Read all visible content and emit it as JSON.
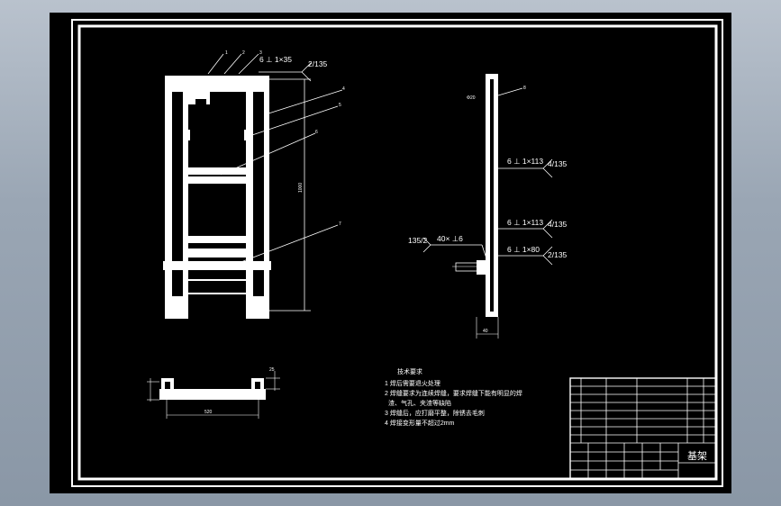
{
  "drawing": {
    "front_view": {
      "callouts": [
        "1",
        "2",
        "3",
        "4",
        "5",
        "6",
        "7"
      ],
      "weld_symbol": "6 ⊥ 1×35",
      "weld_ref": "2/135",
      "overall_height": "1000"
    },
    "side_view": {
      "top_callout": "8",
      "top_dim": "Φ20",
      "weld_1": {
        "symbol": "6 ⊥ 1×113",
        "ref": "4/135"
      },
      "weld_2": {
        "symbol": "6 ⊥ 1×113",
        "ref": "4/135"
      },
      "weld_3": {
        "symbol": "6 ⊥ 1×80",
        "ref": "2/135"
      },
      "left_weld": {
        "symbol": "40× ⊥6",
        "ref": "135/2"
      },
      "bottom_dim": "40"
    },
    "section_view": {
      "width_dim": "520",
      "side_dim": "25"
    },
    "tech_notes": {
      "heading": "技术要求",
      "items": [
        "1 焊后需要退火处理",
        "2 焊缝要求为连续焊缝，要求焊缝下能有明显的焊",
        "渣、气孔、夹渣等缺陷",
        "3 焊缝后，应打磨平整，除锈去毛刺",
        "4 焊接变形量不超过2mm"
      ]
    },
    "title_block": {
      "title": "基架"
    }
  }
}
